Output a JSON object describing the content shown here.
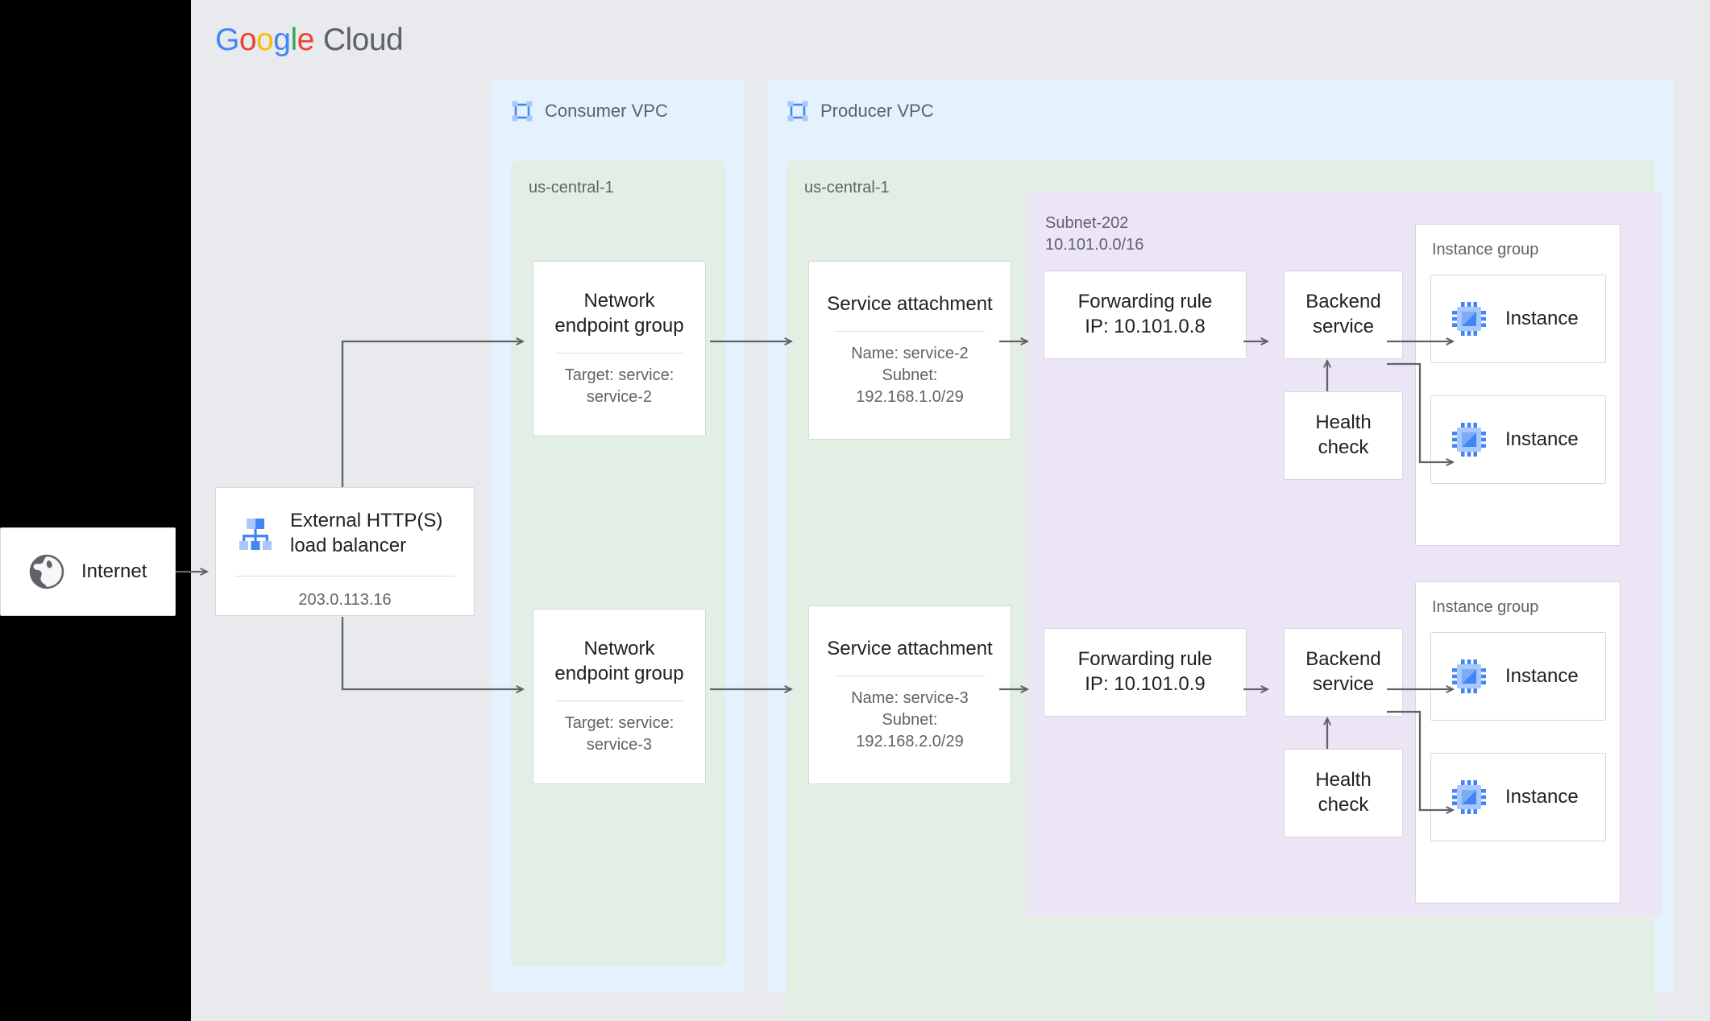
{
  "brand": {
    "google": [
      "G",
      "o",
      "o",
      "g",
      "l",
      "e"
    ],
    "cloud": "Cloud"
  },
  "internet": {
    "label": "Internet",
    "icon": "globe-icon"
  },
  "load_balancer": {
    "title_line1": "External HTTP(S)",
    "title_line2": "load balancer",
    "ip": "203.0.113.16",
    "icon": "load-balancer-icon"
  },
  "consumer_vpc": {
    "title": "Consumer VPC",
    "icon": "vpc-icon",
    "region": "us-central-1",
    "negs": [
      {
        "title_line1": "Network",
        "title_line2": "endpoint group",
        "sub_line1": "Target: service:",
        "sub_line2": "service-2"
      },
      {
        "title_line1": "Network",
        "title_line2": "endpoint group",
        "sub_line1": "Target: service:",
        "sub_line2": "service-3"
      }
    ]
  },
  "producer_vpc": {
    "title": "Producer VPC",
    "icon": "vpc-icon",
    "region": "us-central-1",
    "service_attachments": [
      {
        "title": "Service attachment",
        "sub_line1": "Name: service-2",
        "sub_line2": "Subnet:",
        "sub_line3": "192.168.1.0/29"
      },
      {
        "title": "Service attachment",
        "sub_line1": "Name: service-3",
        "sub_line2": "Subnet:",
        "sub_line3": "192.168.2.0/29"
      }
    ],
    "subnet": {
      "name": "Subnet-202",
      "cidr": "10.101.0.0/16"
    },
    "stacks": [
      {
        "forwarding_rule_line1": "Forwarding rule",
        "forwarding_rule_line2": "IP: 10.101.0.8",
        "backend_service_line1": "Backend",
        "backend_service_line2": "service",
        "health_check_line1": "Health",
        "health_check_line2": "check",
        "instance_group_label": "Instance group",
        "instances": [
          {
            "label": "Instance",
            "icon": "vm-instance-icon"
          },
          {
            "label": "Instance",
            "icon": "vm-instance-icon"
          }
        ]
      },
      {
        "forwarding_rule_line1": "Forwarding rule",
        "forwarding_rule_line2": "IP: 10.101.0.9",
        "backend_service_line1": "Backend",
        "backend_service_line2": "service",
        "health_check_line1": "Health",
        "health_check_line2": "check",
        "instance_group_label": "Instance group",
        "instances": [
          {
            "label": "Instance",
            "icon": "vm-instance-icon"
          },
          {
            "label": "Instance",
            "icon": "vm-instance-icon"
          }
        ]
      }
    ]
  },
  "colors": {
    "canvas": "#e8eaed",
    "vpc": "#e3f2fd",
    "region": "#e3efe5",
    "subnet": "#ece5f5",
    "node_border": "#d5d7da",
    "wire": "#5f6368",
    "accent_blue": "#4285F4",
    "icon_blue_light": "#a8c7fa"
  }
}
